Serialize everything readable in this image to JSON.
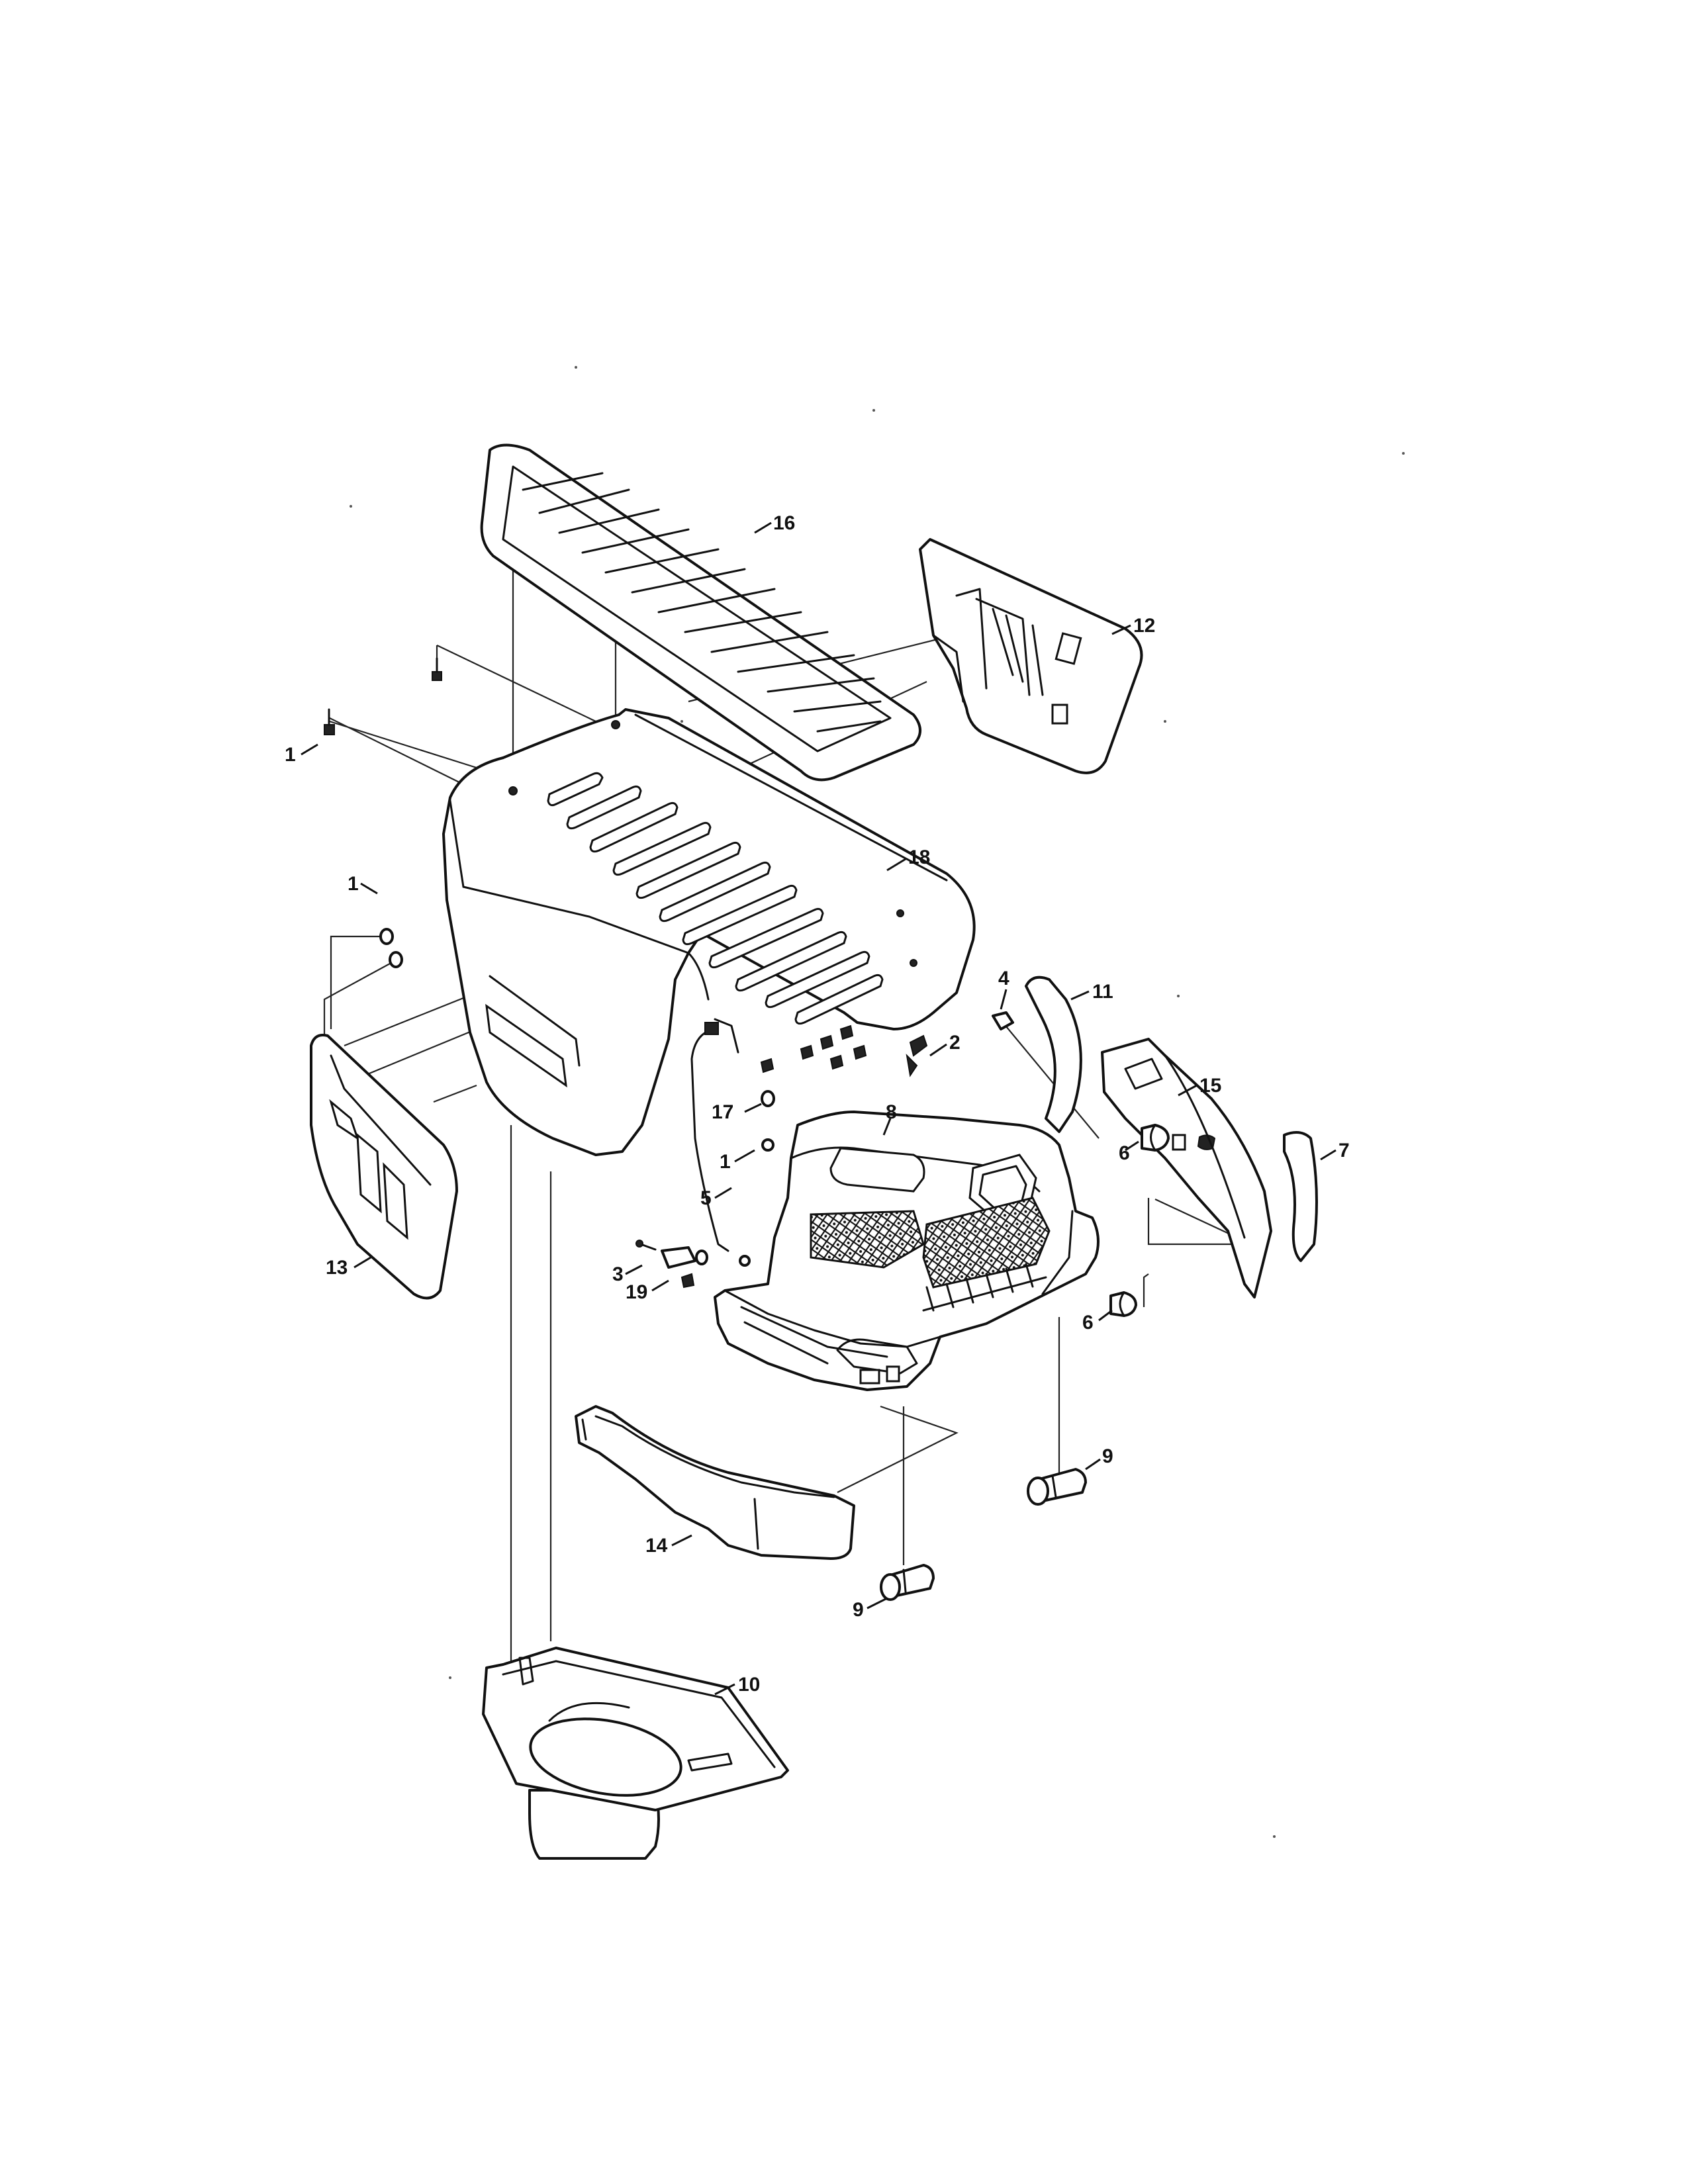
{
  "diagram": {
    "type": "exploded-parts-view",
    "callouts": [
      {
        "id": "c16",
        "label": "16",
        "part": "hood-grille-insert"
      },
      {
        "id": "c12",
        "label": "12",
        "part": "headlight-bracket-right"
      },
      {
        "id": "c1a",
        "label": "1",
        "part": "screw-top"
      },
      {
        "id": "c18",
        "label": "18",
        "part": "hood"
      },
      {
        "id": "c1b",
        "label": "1",
        "part": "screw-side"
      },
      {
        "id": "c4",
        "label": "4",
        "part": "nut"
      },
      {
        "id": "c11",
        "label": "11",
        "part": "front-trim-frame"
      },
      {
        "id": "c2",
        "label": "2",
        "part": "clip"
      },
      {
        "id": "c15",
        "label": "15",
        "part": "side-panel-right"
      },
      {
        "id": "c8",
        "label": "8",
        "part": "front-grille"
      },
      {
        "id": "c17",
        "label": "17",
        "part": "wire-harness"
      },
      {
        "id": "c6a",
        "label": "6",
        "part": "bumper-plug-upper"
      },
      {
        "id": "c7",
        "label": "7",
        "part": "lens-trim"
      },
      {
        "id": "c1c",
        "label": "1",
        "part": "screw-front"
      },
      {
        "id": "c5",
        "label": "5",
        "part": "fastener"
      },
      {
        "id": "c3",
        "label": "3",
        "part": "screw-small"
      },
      {
        "id": "c19",
        "label": "19",
        "part": "bracket"
      },
      {
        "id": "c13",
        "label": "13",
        "part": "side-panel-left"
      },
      {
        "id": "c6b",
        "label": "6",
        "part": "bumper-plug-lower"
      },
      {
        "id": "c9a",
        "label": "9",
        "part": "headlight-bulb-right"
      },
      {
        "id": "c14",
        "label": "14",
        "part": "lower-bumper-trim"
      },
      {
        "id": "c9b",
        "label": "9",
        "part": "headlight-bulb-left"
      },
      {
        "id": "c10",
        "label": "10",
        "part": "air-duct"
      }
    ]
  }
}
